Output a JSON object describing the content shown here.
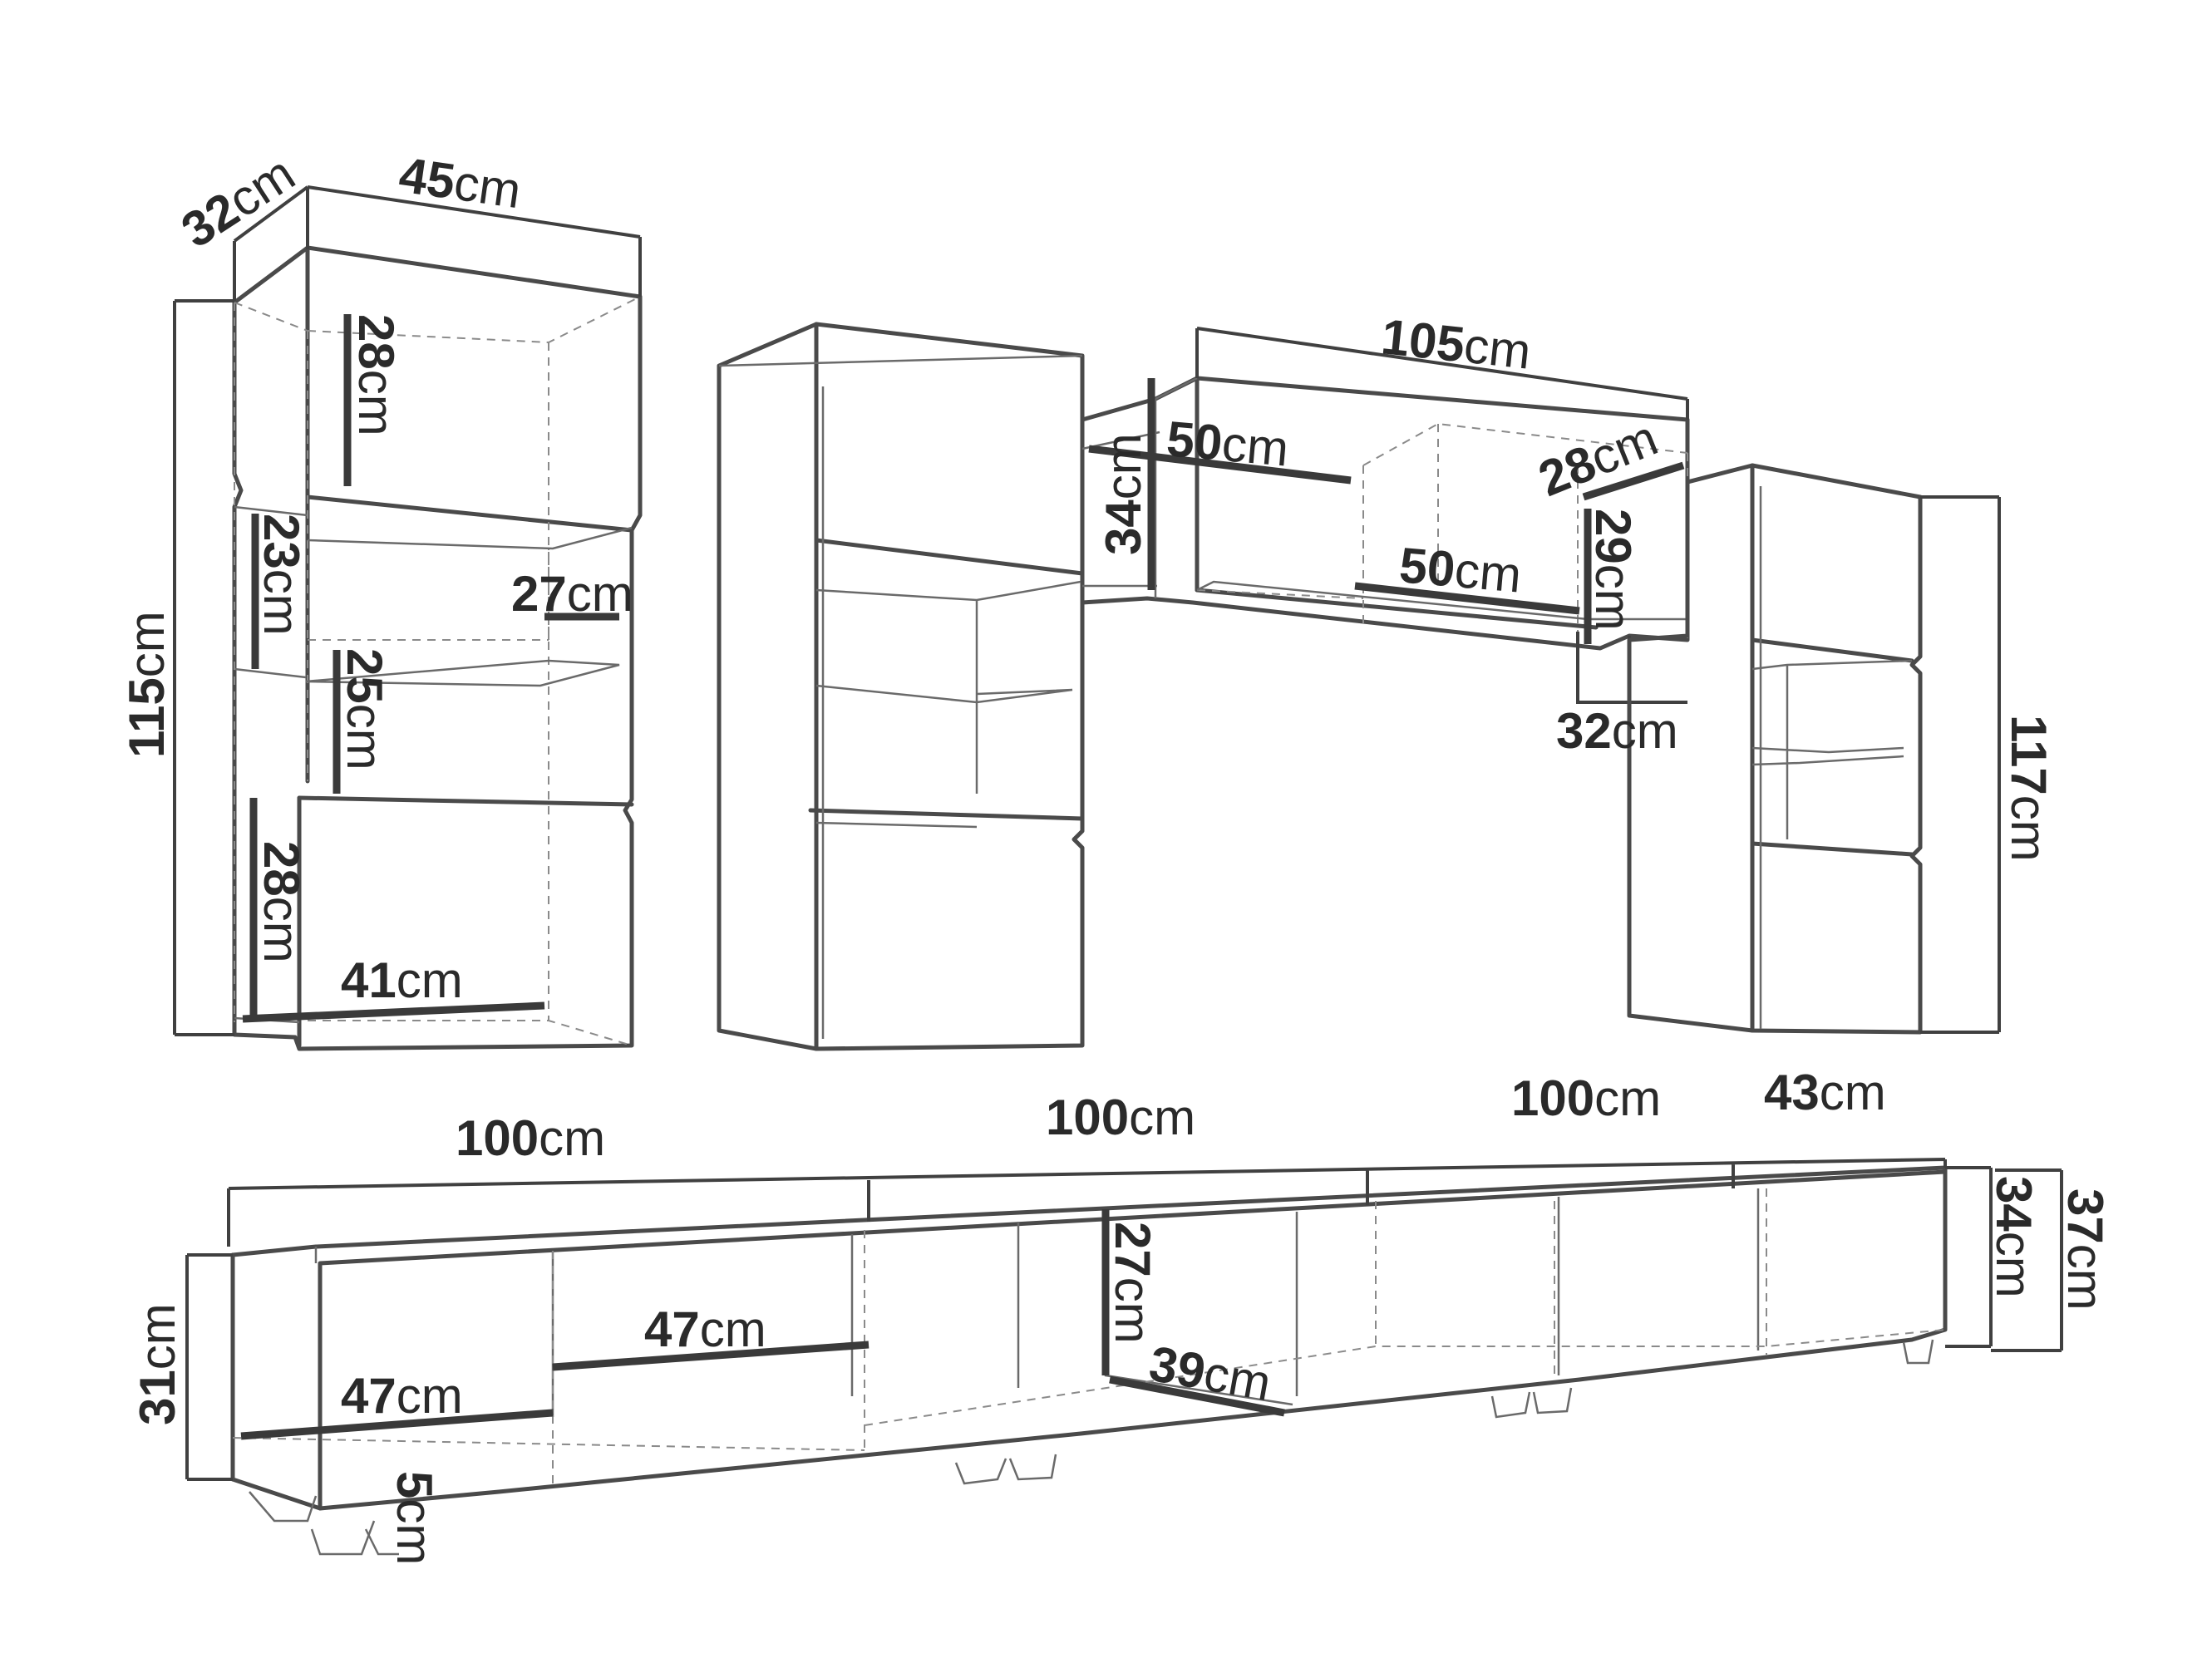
{
  "colors": {
    "line": "#4a4a4a",
    "text": "#2a2a2a",
    "background": "#ffffff"
  },
  "labels": {
    "left_depth": {
      "value": "32",
      "unit": "cm"
    },
    "left_width": {
      "value": "45",
      "unit": "cm"
    },
    "left_height": {
      "value": "115",
      "unit": "cm"
    },
    "left_shelf1": {
      "value": "28",
      "unit": "cm"
    },
    "left_shelf2": {
      "value": "23",
      "unit": "cm"
    },
    "left_shelf3": {
      "value": "25",
      "unit": "cm"
    },
    "left_shelf4": {
      "value": "28",
      "unit": "cm"
    },
    "left_inner_depth": {
      "value": "27",
      "unit": "cm"
    },
    "left_inner_width": {
      "value": "41",
      "unit": "cm"
    },
    "wall_width": {
      "value": "105",
      "unit": "cm"
    },
    "wall_inner_width_top": {
      "value": "50",
      "unit": "cm"
    },
    "wall_inner_width_bottom": {
      "value": "50",
      "unit": "cm"
    },
    "wall_height": {
      "value": "34",
      "unit": "cm"
    },
    "wall_depth": {
      "value": "28",
      "unit": "cm"
    },
    "wall_inner_height": {
      "value": "29",
      "unit": "cm"
    },
    "wall_outer_depth": {
      "value": "32",
      "unit": "cm"
    },
    "right_height": {
      "value": "117",
      "unit": "cm"
    },
    "tv_w1": {
      "value": "100",
      "unit": "cm"
    },
    "tv_w2": {
      "value": "100",
      "unit": "cm"
    },
    "tv_w3": {
      "value": "100",
      "unit": "cm"
    },
    "tv_depth": {
      "value": "43",
      "unit": "cm"
    },
    "tv_height_left": {
      "value": "31",
      "unit": "cm"
    },
    "tv_height_right_inner": {
      "value": "34",
      "unit": "cm"
    },
    "tv_height_right": {
      "value": "37",
      "unit": "cm"
    },
    "tv_inner_width_a": {
      "value": "47",
      "unit": "cm"
    },
    "tv_inner_width_b": {
      "value": "47",
      "unit": "cm"
    },
    "tv_inner_height": {
      "value": "27",
      "unit": "cm"
    },
    "tv_inner_depth": {
      "value": "39",
      "unit": "cm"
    },
    "tv_leg": {
      "value": "5",
      "unit": "cm"
    }
  }
}
